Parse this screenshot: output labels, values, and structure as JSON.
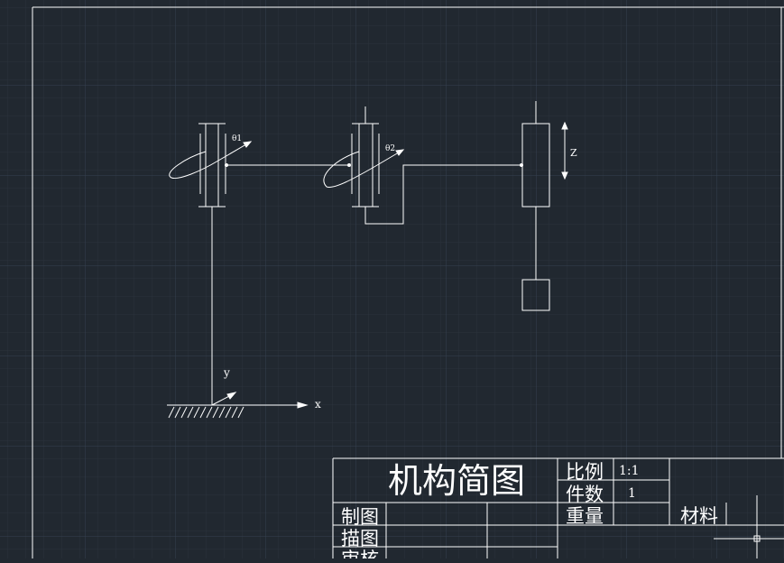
{
  "colors": {
    "background": "#212830",
    "grid_minor": "#2a323c",
    "grid_major": "#354150",
    "line": "#ffffff"
  },
  "diagram": {
    "labels": {
      "theta1": "θ1",
      "theta2": "θ2",
      "z_axis": "Z",
      "y_axis": "y",
      "x_axis": "x"
    }
  },
  "title_block": {
    "title": "机构简图",
    "scale_label": "比例",
    "scale_value": "1:1",
    "count_label": "件数",
    "count_value": "1",
    "weight_label": "重量",
    "material_label": "材料",
    "drawn_label": "制图",
    "traced_label": "描图",
    "reviewed_label": "审核"
  }
}
